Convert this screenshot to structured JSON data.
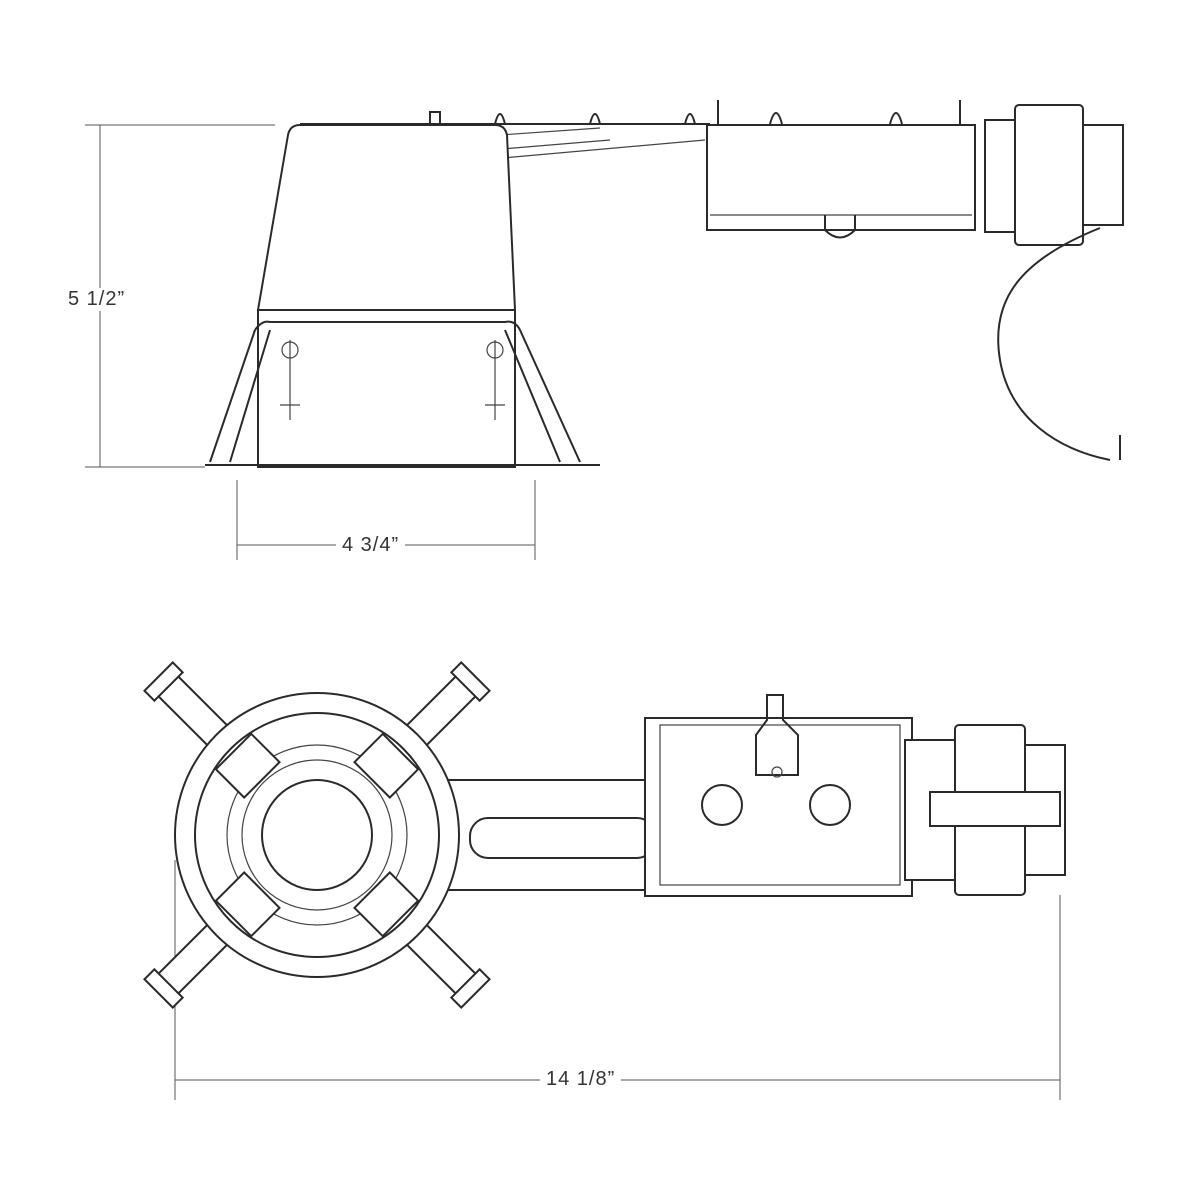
{
  "dimensions": {
    "height": "5  1/2”",
    "width": "4  3/4”",
    "length": "14  1/8”"
  },
  "views": [
    "side-view",
    "top-view"
  ]
}
